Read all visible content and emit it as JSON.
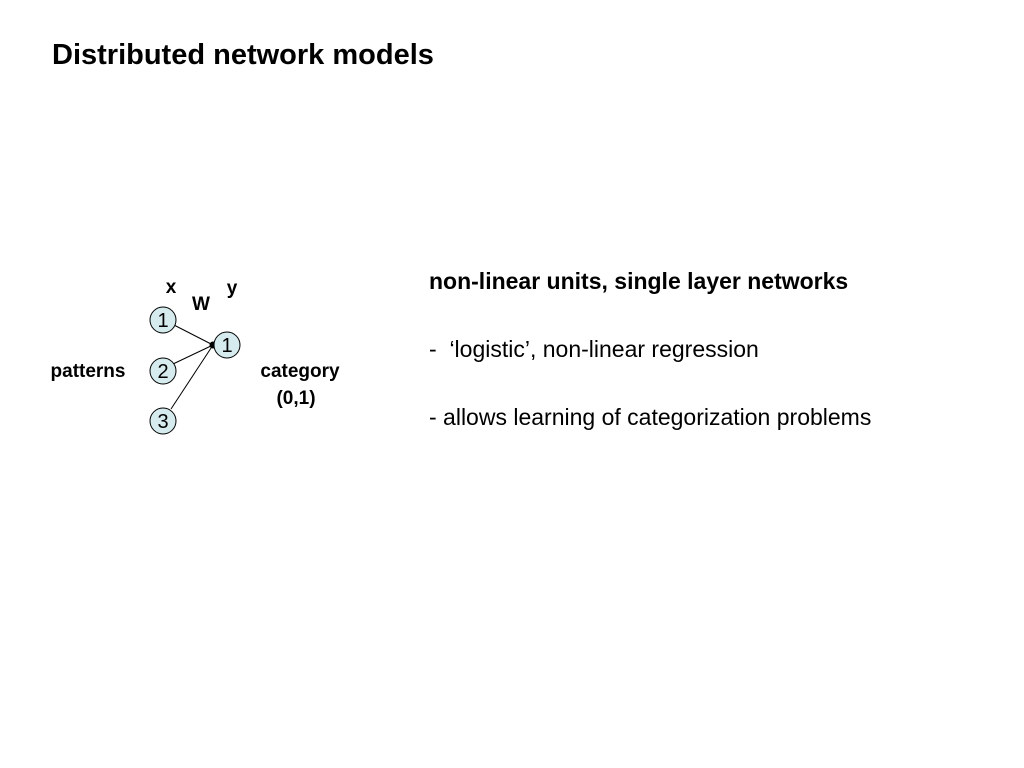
{
  "slide": {
    "title": "Distributed network models"
  },
  "diagram": {
    "labels": {
      "x": "x",
      "y": "y",
      "w": "W",
      "patterns": "patterns",
      "category": "category",
      "category_range": "(0,1)"
    },
    "input_nodes": [
      "1",
      "2",
      "3"
    ],
    "output_node": "1",
    "node_fill": "#d5ebee"
  },
  "text": {
    "heading": "non-linear units, single layer networks",
    "bullets": [
      "-  ‘logistic’, non-linear regression",
      "- allows learning of categorization problems"
    ]
  }
}
